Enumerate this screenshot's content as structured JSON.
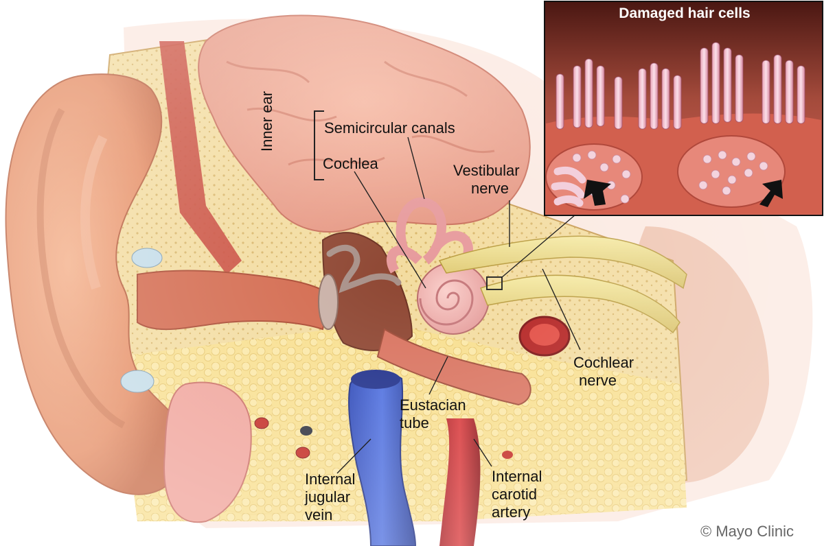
{
  "labels": {
    "inner_ear": "Inner ear",
    "semicircular_canals": "Semicircular canals",
    "cochlea": "Cochlea",
    "vestibular_nerve": [
      "Vestibular",
      "nerve"
    ],
    "cochlear_nerve": [
      "Cochlear",
      "nerve"
    ],
    "eustachian_tube": [
      "Eustacian",
      "tube"
    ],
    "internal_jugular_vein": [
      "Internal",
      "jugular",
      "vein"
    ],
    "internal_carotid_artery": [
      "Internal",
      "carotid",
      "artery"
    ]
  },
  "inset": {
    "title": "Damaged hair cells"
  },
  "credit": "© Mayo Clinic"
}
